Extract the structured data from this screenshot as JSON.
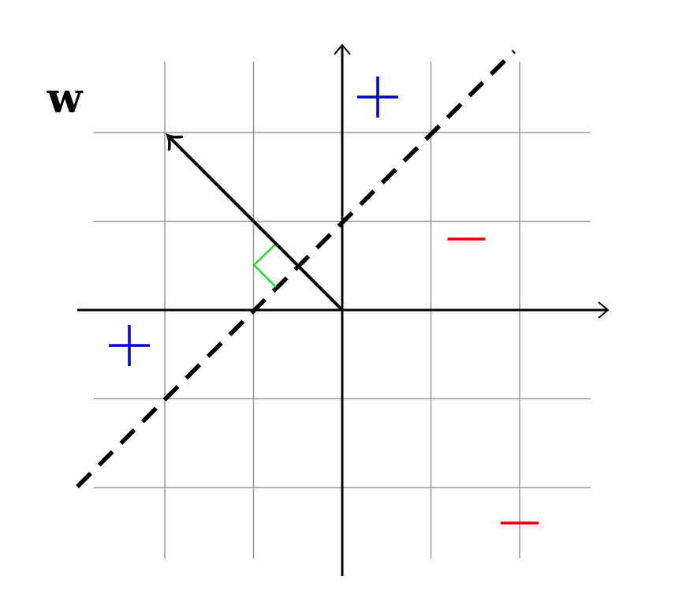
{
  "vector_label": "w",
  "grid": {
    "x_range": [
      -2,
      2
    ],
    "y_range": [
      -2,
      2
    ],
    "step": 1,
    "visible": true
  },
  "axes": {
    "x_extent": [
      -3,
      3
    ],
    "y_extent": [
      -3,
      3
    ],
    "arrows": true
  },
  "weight_vector": {
    "tail": [
      0,
      0
    ],
    "head": [
      -2,
      2
    ]
  },
  "decision_boundary": {
    "style": "dashed",
    "from": [
      -3,
      -2
    ],
    "to": [
      2,
      3
    ],
    "equation": "y = x + 1"
  },
  "right_angle_marker": {
    "color": "#22dd22"
  },
  "class_markers": [
    {
      "symbol": "+",
      "class": "positive",
      "at": [
        0.4,
        2.4
      ],
      "color": "#0000cc"
    },
    {
      "symbol": "+",
      "class": "positive",
      "at": [
        -2.4,
        -0.4
      ],
      "color": "#0000cc"
    },
    {
      "symbol": "−",
      "class": "negative",
      "at": [
        1.4,
        0.8
      ],
      "color": "#dd0000"
    },
    {
      "symbol": "−",
      "class": "negative",
      "at": [
        2,
        -2.4
      ],
      "color": "#dd0000"
    }
  ],
  "colors": {
    "grid": "#999999",
    "axes": "#000000",
    "vector": "#000000",
    "boundary": "#000000"
  }
}
